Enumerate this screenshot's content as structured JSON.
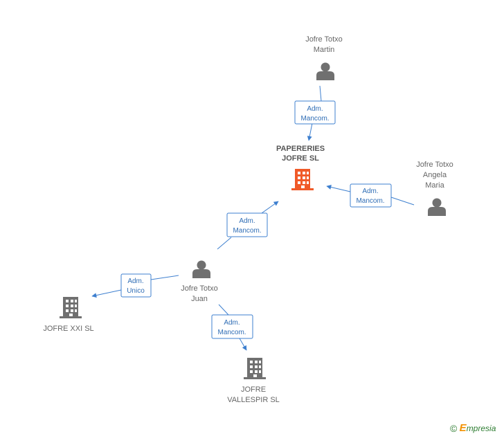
{
  "nodes": {
    "papereries": {
      "line1": "PAPERERIES",
      "line2": "JOFRE SL",
      "kind": "company",
      "highlight": true
    },
    "martin": {
      "line1": "Jofre Totxo",
      "line2": "Martin",
      "kind": "person"
    },
    "angela": {
      "line1": "Jofre Totxo",
      "line2": "Angela",
      "line3": "Maria",
      "kind": "person"
    },
    "juan": {
      "line1": "Jofre Totxo",
      "line2": "Juan",
      "kind": "person"
    },
    "xxi": {
      "line1": "JOFRE XXI SL",
      "kind": "company"
    },
    "vallespir": {
      "line1": "JOFRE",
      "line2": "VALLESPIR SL",
      "kind": "company"
    }
  },
  "edges": {
    "martin_papereries": {
      "line1": "Adm.",
      "line2": "Mancom."
    },
    "angela_papereries": {
      "line1": "Adm.",
      "line2": "Mancom."
    },
    "juan_papereries": {
      "line1": "Adm.",
      "line2": "Mancom."
    },
    "juan_xxi": {
      "line1": "Adm.",
      "line2": "Unico"
    },
    "juan_vallespir": {
      "line1": "Adm.",
      "line2": "Mancom."
    }
  },
  "colors": {
    "accent_company": "#f05a28",
    "company": "#707070",
    "person": "#707070",
    "edge": "#3d7fcf",
    "edge_text": "#2f6db5"
  },
  "footer": {
    "copyright_symbol": "©",
    "brand_first": "E",
    "brand_rest": "mpresia"
  }
}
